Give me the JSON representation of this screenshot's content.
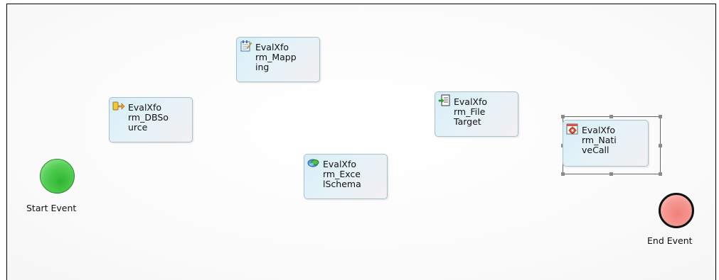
{
  "diagram": {
    "start_event": {
      "label": "Start Event",
      "color": "#3dbd3d"
    },
    "end_event": {
      "label": "End Event",
      "color": "#f08880"
    },
    "tasks": [
      {
        "id": "mapping",
        "label": "EvalXfo\nrm_Mapp\ning",
        "icon": "mapping-notepad-icon"
      },
      {
        "id": "dbsource",
        "label": "EvalXfo\nrm_DBSo\nurce",
        "icon": "db-source-icon"
      },
      {
        "id": "filetarget",
        "label": "EvalXfo\nrm_File\nTarget",
        "icon": "file-target-icon"
      },
      {
        "id": "excelschema",
        "label": "EvalXfo\nrm_Exce\nlSchema",
        "icon": "excel-schema-icon"
      },
      {
        "id": "nativecall",
        "label": "EvalXfo\nrm_Nati\nveCall",
        "icon": "native-call-gear-icon",
        "selected": true
      }
    ]
  }
}
